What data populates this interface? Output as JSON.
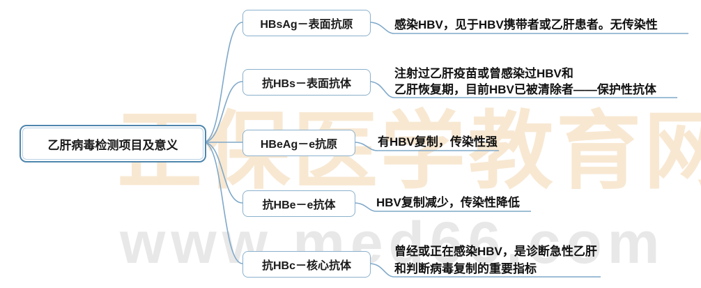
{
  "root": {
    "label": "乙肝病毒检测项目及意义"
  },
  "branches": [
    {
      "label": "HBsAg－表面抗原",
      "desc": [
        "感染HBV，见于HBV携带者或乙肝患者。无传染性"
      ]
    },
    {
      "label": "抗HBs－表面抗体",
      "desc": [
        "注射过乙肝疫苗或曾感染过HBV和",
        "乙肝恢复期，目前HBV已被清除者——保护性抗体"
      ]
    },
    {
      "label": "HBeAg－e抗原",
      "desc": [
        "有HBV复制，传染性强"
      ]
    },
    {
      "label": "抗HBe－e抗体",
      "desc": [
        "HBV复制减少，传染性降低"
      ]
    },
    {
      "label": "抗HBc－核心抗体",
      "desc": [
        "曾经或正在感染HBV，是诊断急性乙肝",
        "和判断病毒复制的重要指标"
      ]
    }
  ],
  "watermark": {
    "brand": "正保医学教育网",
    "url": "www.med66.com"
  },
  "colors": {
    "line": "#7fa8c9",
    "node_border": "#8ab0cc",
    "root_border": "#4f86ad",
    "text": "#1a1a1a"
  }
}
